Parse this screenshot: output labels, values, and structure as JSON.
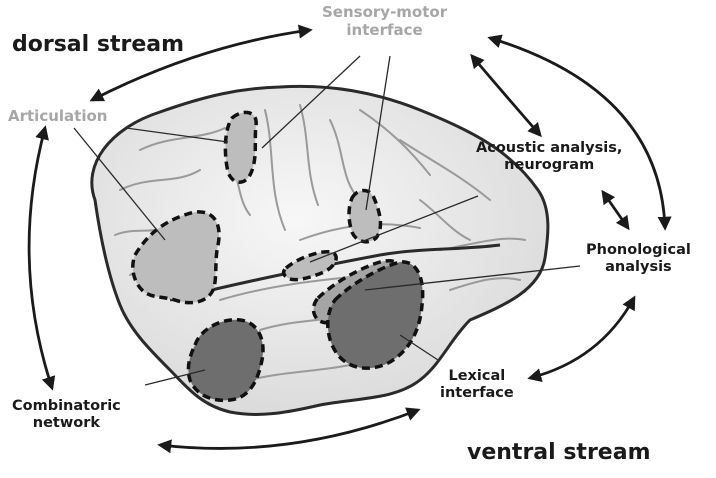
{
  "labels": {
    "dorsal_stream": "dorsal stream",
    "ventral_stream": "ventral stream",
    "sensory_motor": [
      "Sensory-motor",
      "interface"
    ],
    "articulation": "Articulation",
    "acoustic_analysis": [
      "Acoustic analysis,",
      "neurogram"
    ],
    "phonological_analysis": [
      "Phonological",
      "analysis"
    ],
    "lexical_interface": [
      "Lexical",
      "interface"
    ],
    "combinatoric_network": [
      "Combinatoric",
      "network"
    ]
  },
  "colors": {
    "dorsal_label": "#a6a6a6",
    "ventral_label": "#1a1a1a",
    "brain_fill": "#eeeeee",
    "light_region": "#bdbdbd",
    "dark_region": "#6e6e6e",
    "arrow": "#1a1a1a"
  }
}
